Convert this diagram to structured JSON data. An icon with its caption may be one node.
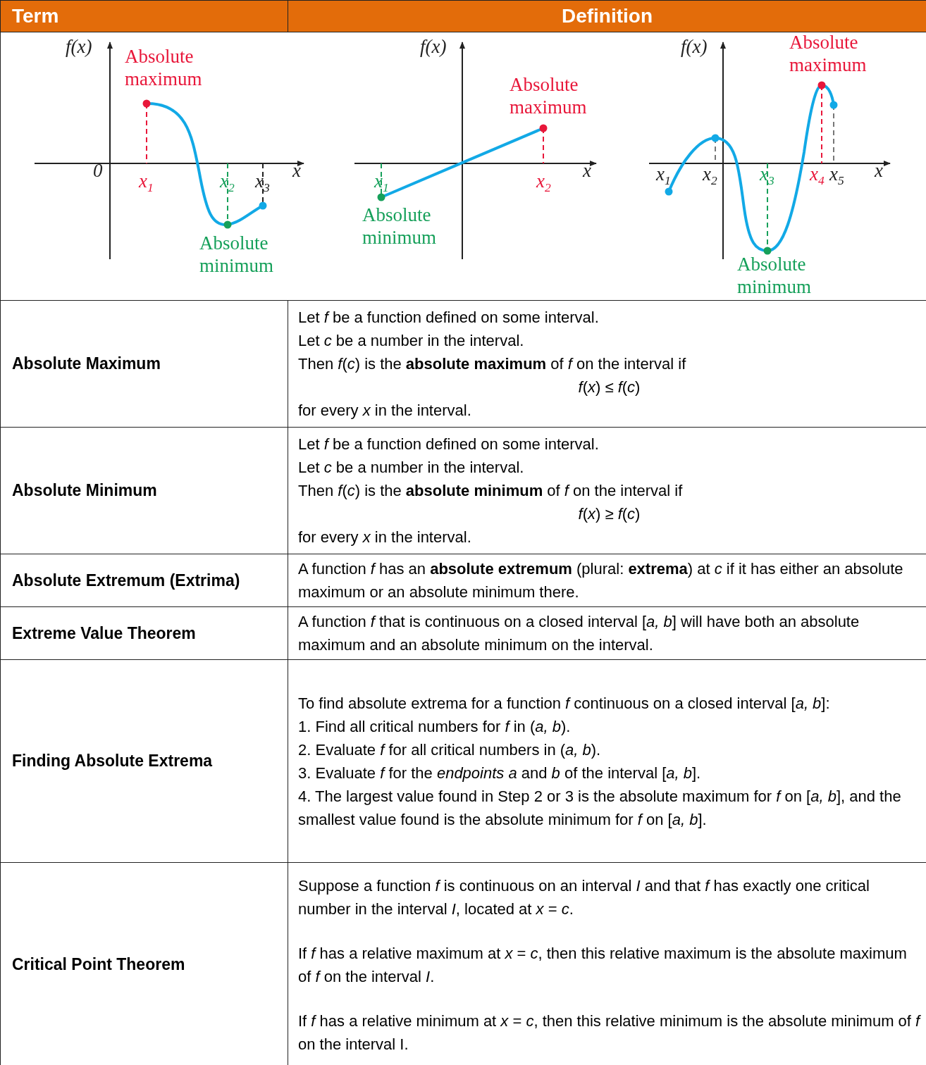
{
  "diagram": {
    "labels": [
      "Term",
      "Definition",
      "f(x)",
      "Absolute maximum",
      "0",
      "x$_{1}$",
      "x$_{2}$",
      "x$_{3}$",
      "x",
      "Absolute minimum",
      "f(x)",
      "Absolute maximum",
      "x$_{1}$",
      "x$_{2}$",
      "x",
      "Absolute minimum",
      "f(x)",
      "Absolute maximum",
      "x$_{1}$",
      "x$_{2}$",
      "x$_{3}$",
      "x$_{4}$",
      "x$_{5}$",
      "x",
      "Absolute minimum",
      "Absolute Maximum",
      "Let *f* be a function defined on some interval.",
      "Let *c* be a number in the interval.",
      "Then *f*(*c*) is the **absolute maximum** of *f* on the interval if",
      "*f*(*x*) ≤ *f*(*c*)",
      "for every *x* in the interval.",
      "Absolute Minimum",
      "Let *f* be a function defined on some interval.",
      "Let *c* be a number in the interval.",
      "Then *f*(*c*) is the **absolute minimum** of *f* on the interval if",
      "*f*(*x*) ≥ *f*(*c*)",
      "for every *x* in the interval.",
      "Absolute Extremum (Extrima)",
      "A function *f* has an **absolute extremum** (plural: **extrema**) at *c* if it has either an absolute maximum or an absolute minimum there.",
      "Extreme Value Theorem",
      "A function *f* that is continuous on a closed interval [*a, b*] will have both an absolute maximum and an absolute minimum on the interval.",
      "Finding Absolute Extrema",
      "To find absolute extrema for a function *f* continuous on a closed interval [*a, b*]:",
      "1. Find all critical numbers for *f* in (*a, b*).",
      "2. Evaluate *f* for all critical numbers in (*a, b*).",
      "3. Evaluate *f* for the *endpoints a* and *b* of the interval [*a, b*].",
      "4. The largest value found in Step 2 or 3 is the absolute maximum for *f* on [*a, b*], and the smallest value found is the absolute minimum for *f* on [*a, b*].",
      "Critical Point Theorem",
      "Suppose a function *f* is continuous on an interval *I* and that *f* has exactly one critical number in the interval *I*, located at *x* = *c*.",
      "If *f* has a relative maximum at *x* = *c*, then this relative maximum is the absolute maximum of *f* on the interval *I*.",
      "If *f* has a relative minimum at *x* = *c*, then this relative minimum is the absolute minimum of *f* on the interval I."
    ]
  }
}
